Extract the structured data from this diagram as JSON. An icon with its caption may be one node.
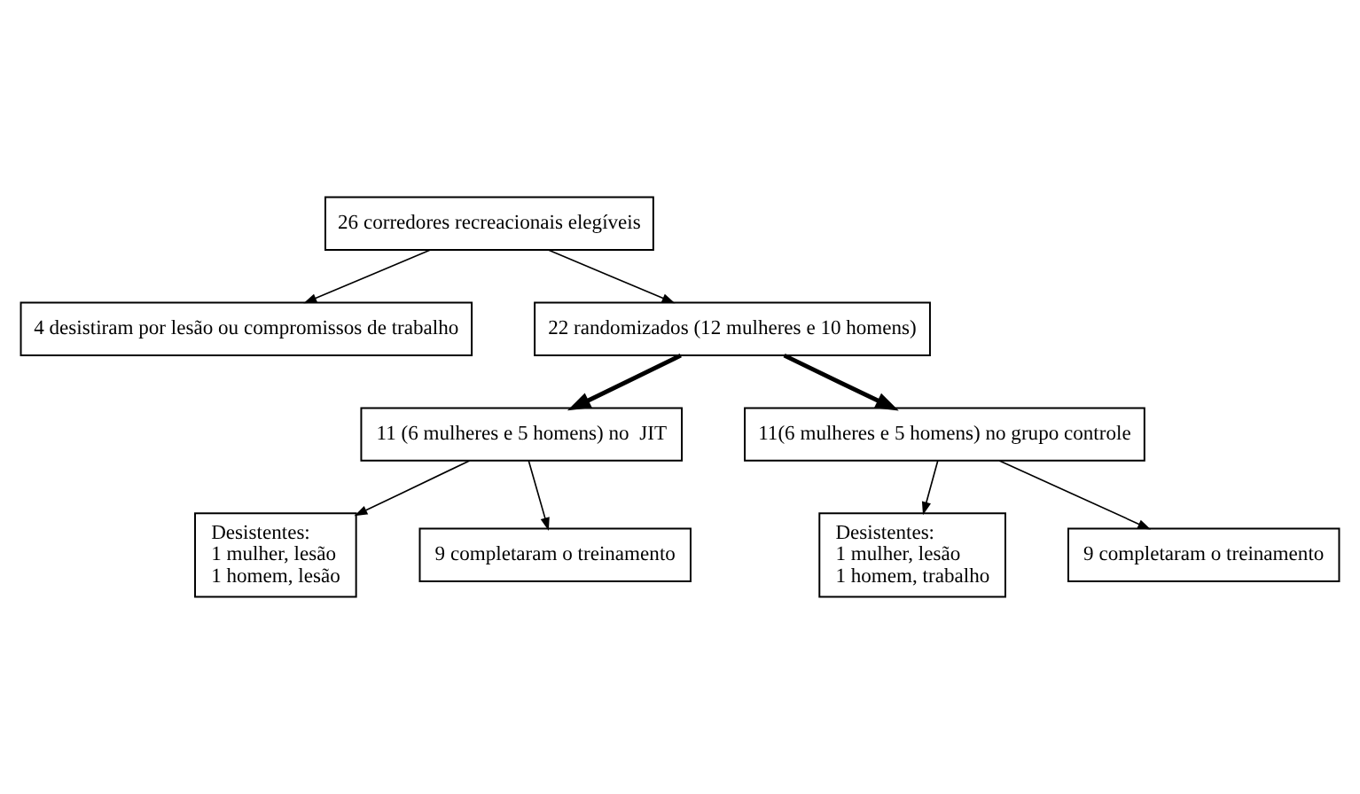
{
  "diagram": {
    "nodes": [
      {
        "text": [
          "26 corredores recreacionais elegíveis"
        ]
      },
      {
        "text": [
          "4 desistiram por lesão ou compromissos de trabalho"
        ]
      },
      {
        "text": [
          "22 randomizados (12 mulheres e 10 homens)"
        ]
      },
      {
        "text": [
          "11 (6 mulheres e 5 homens) no  JIT"
        ]
      },
      {
        "text": [
          "11(6 mulheres e 5 homens) no grupo controle"
        ]
      },
      {
        "text": [
          "Desistentes:",
          "1 mulher, lesão",
          "1 homem, lesão"
        ]
      },
      {
        "text": [
          "9 completaram o treinamento"
        ]
      },
      {
        "text": [
          "Desistentes:",
          "1 mulher, lesão",
          "1 homem, trabalho"
        ]
      },
      {
        "text": [
          "9 completaram o treinamento"
        ]
      }
    ],
    "edges": [
      {
        "from": 0,
        "to": 2,
        "arrow": "to"
      },
      {
        "from": 0,
        "to": 1,
        "arrow": "to"
      },
      {
        "from": 2,
        "to": 3,
        "arrow": "to",
        "style": "thick"
      },
      {
        "from": 2,
        "to": 4,
        "arrow": "to",
        "style": "thick"
      },
      {
        "from": 3,
        "to": 5,
        "arrow": "to"
      },
      {
        "from": 3,
        "to": 6,
        "arrow": "to"
      },
      {
        "from": 4,
        "to": 7,
        "arrow": "to"
      },
      {
        "from": 4,
        "to": 8,
        "arrow": "to"
      }
    ]
  }
}
